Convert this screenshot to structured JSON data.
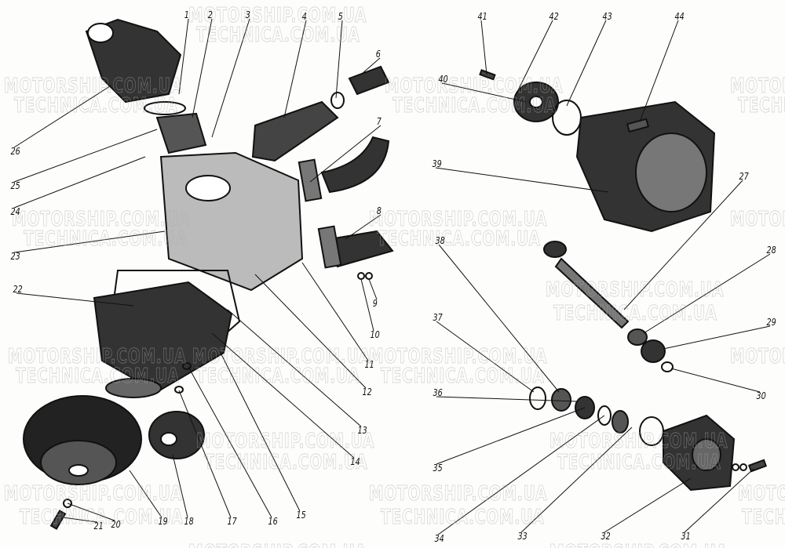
{
  "watermarks": {
    "primary": "MOTORSHIP.COM.UA",
    "secondary": "TECHNICA.COM.UA"
  },
  "callouts": [
    "1",
    "2",
    "3",
    "4",
    "5",
    "6",
    "7",
    "8",
    "9",
    "10",
    "11",
    "12",
    "13",
    "14",
    "15",
    "16",
    "17",
    "18",
    "19",
    "20",
    "21",
    "22",
    "23",
    "24",
    "25",
    "26",
    "27",
    "28",
    "29",
    "30",
    "31",
    "32",
    "33",
    "34",
    "35",
    "36",
    "37",
    "38",
    "39",
    "40",
    "41",
    "42",
    "43",
    "44"
  ],
  "colors": {
    "ink": "#111111",
    "paper": "#fdfdfc",
    "watermark": "#aaaaaa"
  }
}
